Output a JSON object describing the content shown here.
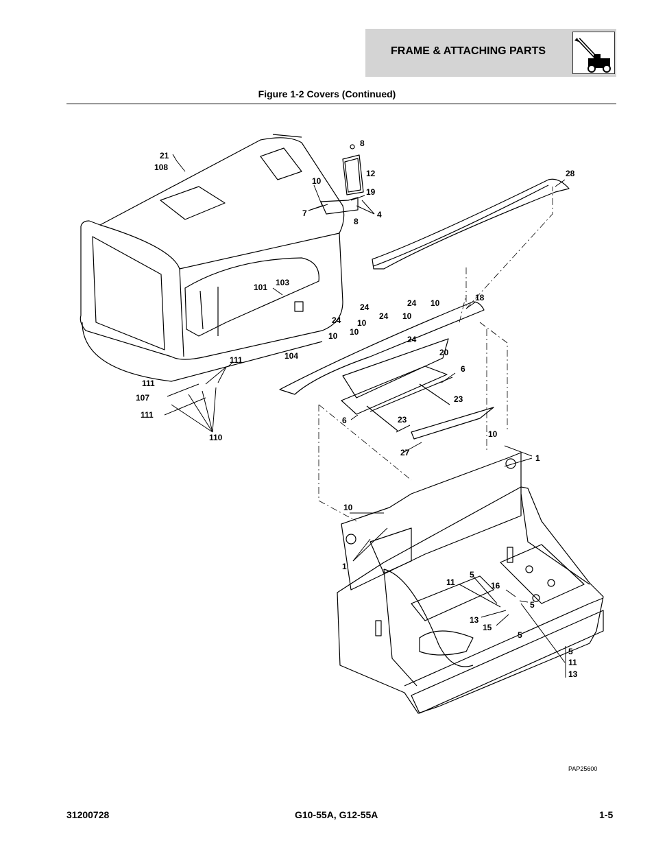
{
  "header": {
    "section_title": "FRAME & ATTACHING PARTS",
    "icon": "telehandler-icon"
  },
  "figure": {
    "title": "Figure 1-2 Covers (Continued)",
    "reference_code": "PAP25600"
  },
  "callouts": {
    "c21": "21",
    "c108": "108",
    "c8a": "8",
    "c12": "12",
    "c10a": "10",
    "c19": "19",
    "c7": "7",
    "c8b": "8",
    "c4": "4",
    "c28": "28",
    "c101": "101",
    "c103": "103",
    "c24a": "24",
    "c10b": "10",
    "c18": "18",
    "c24b": "24",
    "c24c": "24",
    "c10c": "10",
    "c24d": "24",
    "c10d": "10",
    "c10e": "10",
    "c10f": "10",
    "c24e": "24",
    "c104": "104",
    "c20": "20",
    "c6a": "6",
    "c111a": "111",
    "c111b": "111",
    "c107": "107",
    "c111c": "111",
    "c110": "110",
    "c23a": "23",
    "c6b": "6",
    "c23b": "23",
    "c27": "27",
    "c10g": "10",
    "c1a": "1",
    "c10h": "10",
    "c1b": "1",
    "c5a": "5",
    "c11a": "11",
    "c16": "16",
    "c5b": "5",
    "c13a": "13",
    "c15": "15",
    "c5c": "5",
    "c5d": "5",
    "c11b": "11",
    "c13b": "13"
  },
  "footer": {
    "document_number": "31200728",
    "models": "G10-55A, G12-55A",
    "page": "1-5"
  }
}
